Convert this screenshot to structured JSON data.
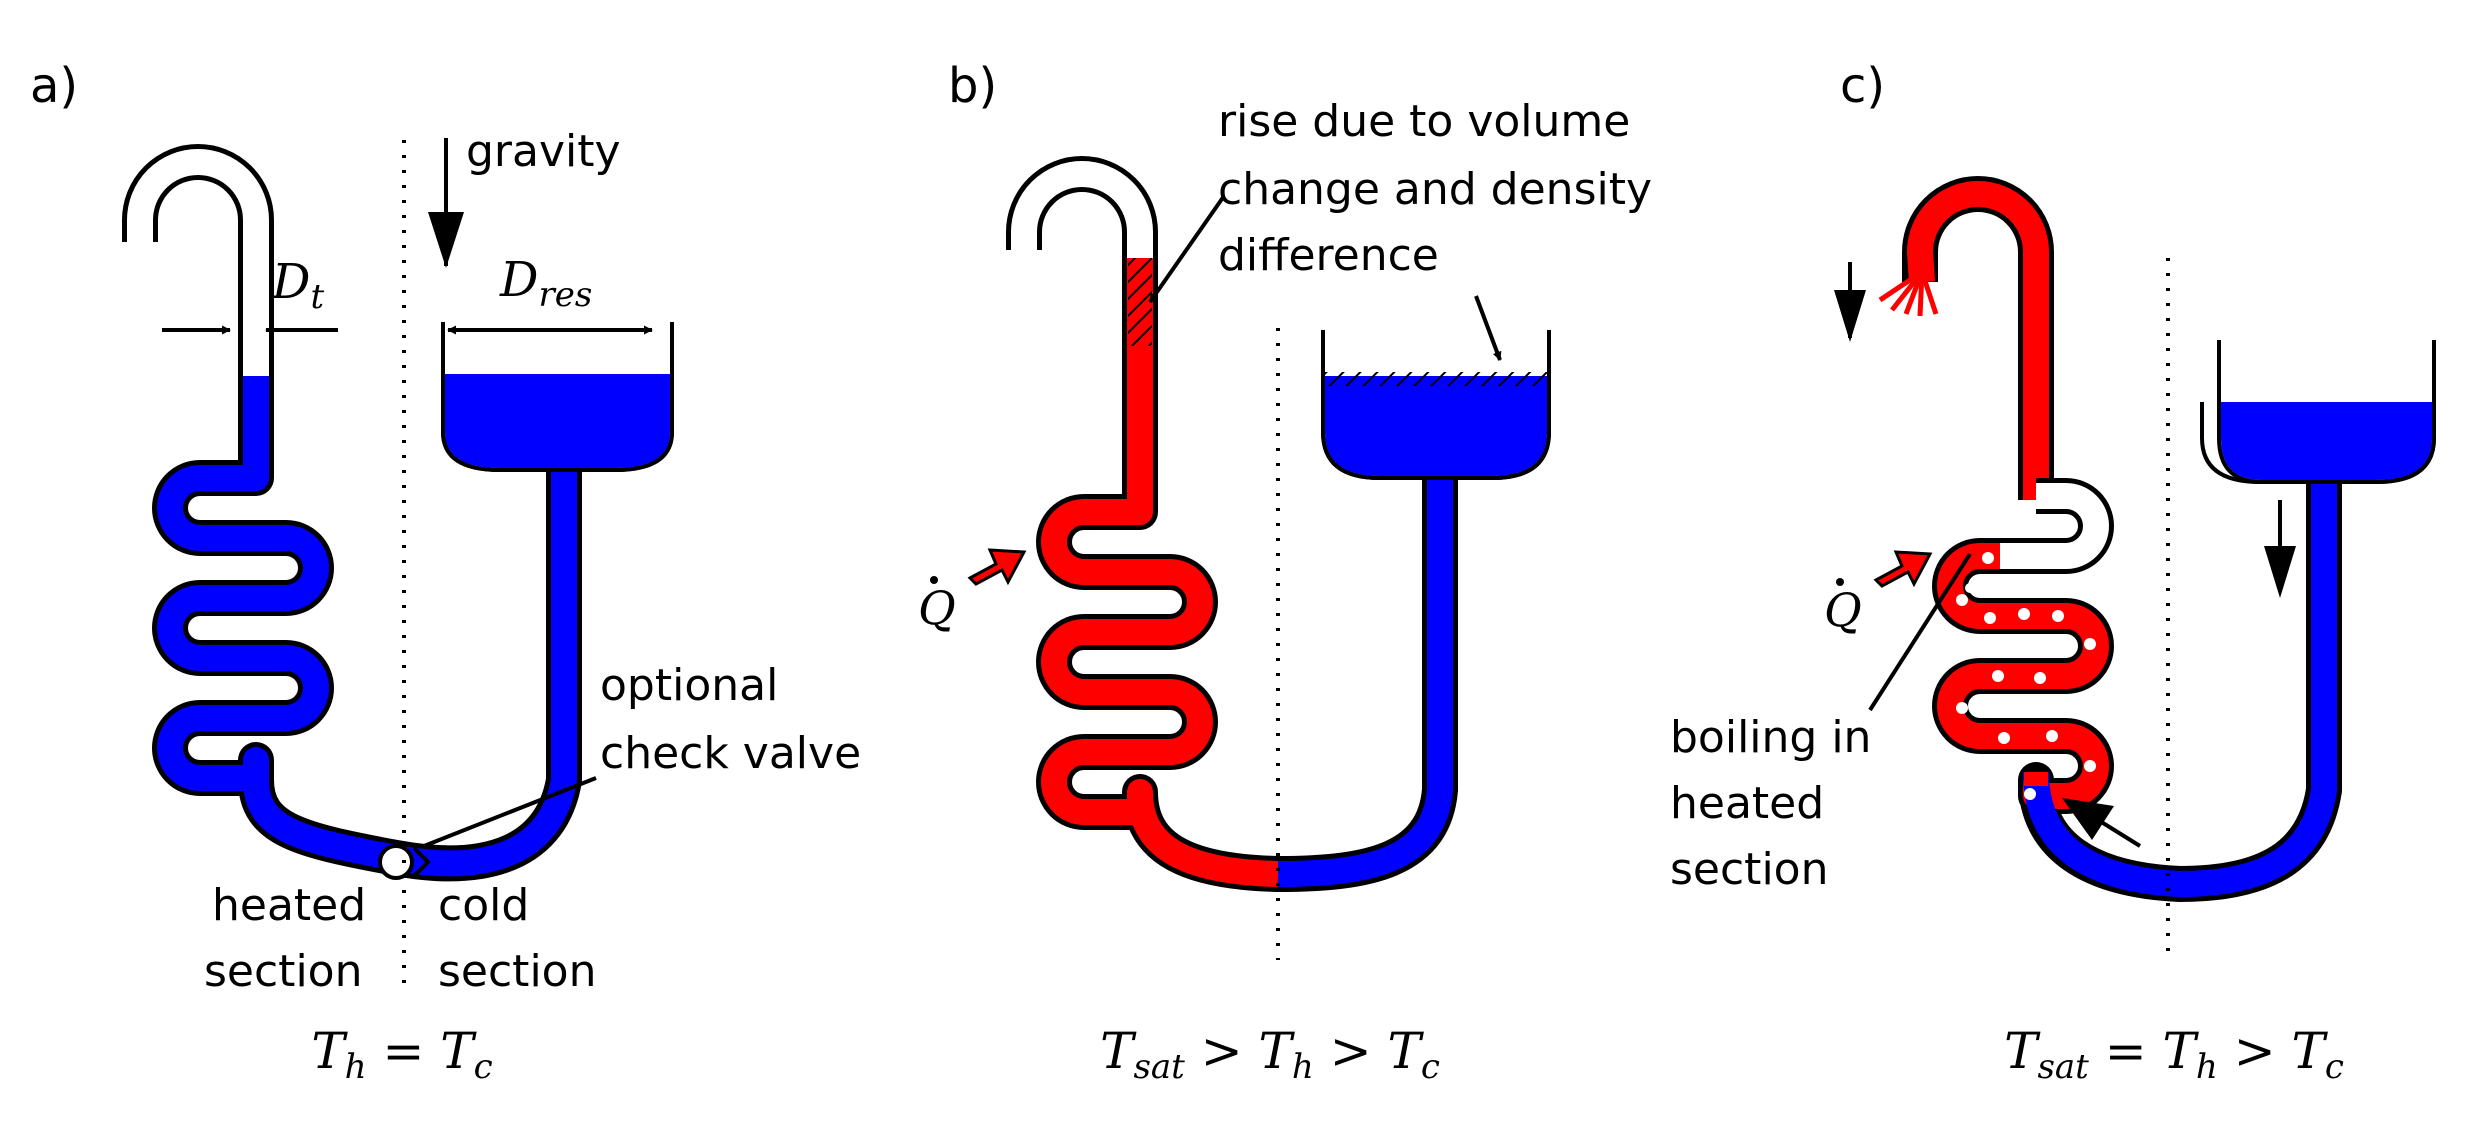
{
  "panels": {
    "a": {
      "letter": "a)",
      "gravity": "gravity",
      "tube_diameter": {
        "base": "D",
        "sub": "t"
      },
      "reservoir_diameter": {
        "base": "D",
        "sub": "res"
      },
      "check_valve": [
        "optional",
        "check valve"
      ],
      "heated_section": [
        "heated",
        "section"
      ],
      "cold_section": [
        "cold",
        "section"
      ],
      "condition": {
        "parts": [
          {
            "t": "T",
            "s": "h"
          },
          {
            "op": " = "
          },
          {
            "t": "T",
            "s": "c"
          }
        ]
      }
    },
    "b": {
      "letter": "b)",
      "rise_note": [
        "rise due to volume",
        "change and density",
        "difference"
      ],
      "heat": "Q",
      "condition": {
        "parts": [
          {
            "t": "T",
            "s": "sat"
          },
          {
            "op": " > "
          },
          {
            "t": "T",
            "s": "h"
          },
          {
            "op": " > "
          },
          {
            "t": "T",
            "s": "c"
          }
        ]
      }
    },
    "c": {
      "letter": "c)",
      "boiling_note": [
        "boiling in",
        "heated",
        "section"
      ],
      "heat": "Q",
      "condition": {
        "parts": [
          {
            "t": "T",
            "s": "sat"
          },
          {
            "op": " = "
          },
          {
            "t": "T",
            "s": "h"
          },
          {
            "op": " > "
          },
          {
            "t": "T",
            "s": "c"
          }
        ]
      }
    }
  },
  "colors": {
    "cold": "#0000ff",
    "hot": "#ff0000",
    "outline": "#000000",
    "empty": "#ffffff"
  }
}
